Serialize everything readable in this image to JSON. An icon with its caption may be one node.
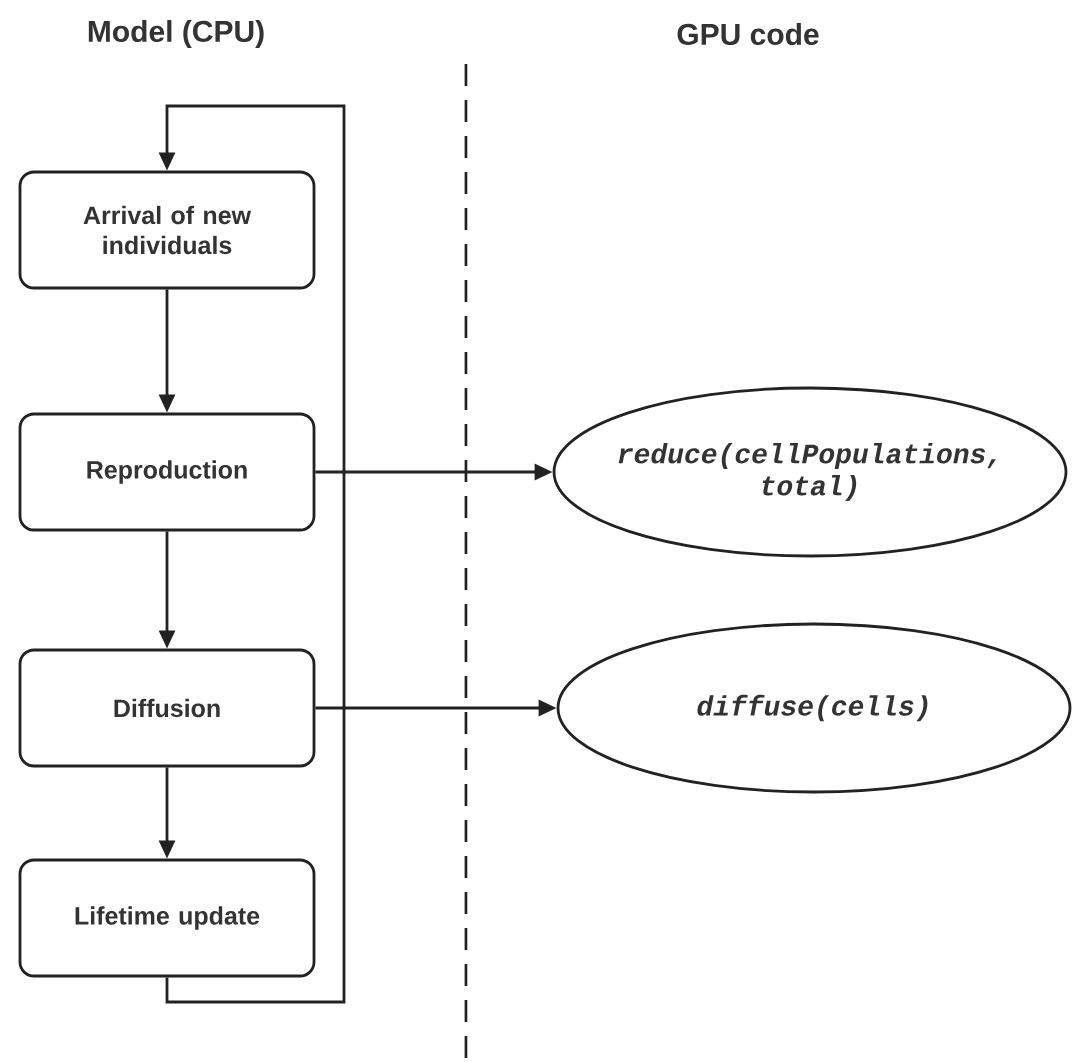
{
  "diagram": {
    "nodes": [
      {
        "text": [
          "Arrival of new individuals"
        ]
      },
      {
        "text": [
          "Reproduction"
        ]
      },
      {
        "text": [
          "Diffusion"
        ]
      },
      {
        "text": [
          "Lifetime update"
        ]
      },
      {
        "text": [
          "reduce(cellPopulations, total)"
        ]
      },
      {
        "text": [
          "diffuse(cells)"
        ]
      }
    ],
    "edges": [
      {
        "from": 0,
        "to": 1,
        "arrow": "to"
      },
      {
        "from": 1,
        "to": 2,
        "arrow": "to"
      },
      {
        "from": 2,
        "to": 3,
        "arrow": "to"
      },
      {
        "from": 3,
        "to": 0,
        "arrow": "to"
      },
      {
        "from": 1,
        "to": 4,
        "arrow": "to"
      },
      {
        "from": 2,
        "to": 5,
        "arrow": "to"
      }
    ],
    "labels": [
      "Model (CPU)",
      "GPU code"
    ]
  }
}
